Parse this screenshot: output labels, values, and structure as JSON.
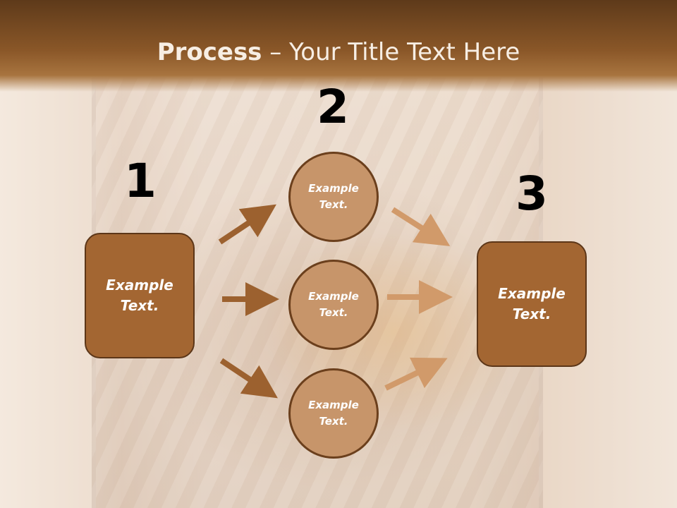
{
  "title": {
    "bold": "Process",
    "rest": " – Your Title Text Here"
  },
  "steps": [
    {
      "number": "1",
      "text": [
        "Example",
        "Text."
      ]
    },
    {
      "number": "2",
      "items": [
        {
          "text": [
            "Example",
            "Text."
          ]
        },
        {
          "text": [
            "Example",
            "Text."
          ]
        },
        {
          "text": [
            "Example",
            "Text."
          ]
        }
      ]
    },
    {
      "number": "3",
      "text": [
        "Example",
        "Text."
      ]
    }
  ],
  "colors": {
    "box": "#a36632",
    "circle": "#c7956a",
    "arrow_dark": "#9c612f",
    "arrow_light": "#d19a6a",
    "band": "#8a5728"
  }
}
